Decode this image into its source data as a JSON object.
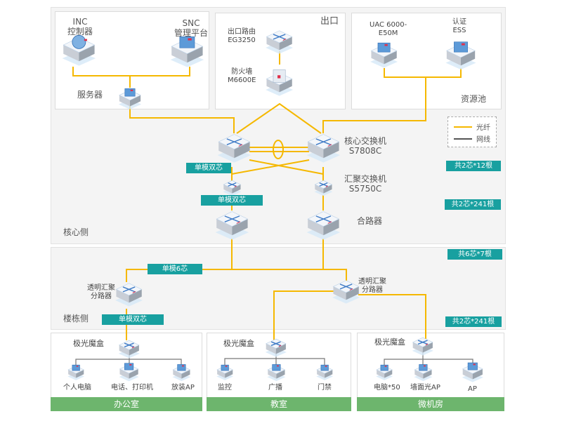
{
  "colors": {
    "fiber": "#f5b800",
    "cable": "#555555",
    "tag_bg": "#18a0a0",
    "room_bg": "#6db56d"
  },
  "top_boxes": {
    "server_zone": {
      "devices": [
        {
          "name": "INC\n控制器",
          "line1": "INC",
          "line2": "控制器"
        },
        {
          "name": "SNC\n管理平台",
          "line1": "SNC",
          "line2": "管理平台"
        }
      ],
      "server_label": "服务器"
    },
    "egress_zone": {
      "title": "出口",
      "router": {
        "line1": "出口路由",
        "line2": "EG3250"
      },
      "firewall": {
        "line1": "防火墙",
        "line2": "M6600E"
      }
    },
    "resource_zone": {
      "title": "资源池",
      "uac": {
        "line1": "UAC 6000-",
        "line2": "E50M"
      },
      "ess": {
        "line1": "认证",
        "line2": "ESS"
      }
    }
  },
  "core": {
    "zone_label": "核心侧",
    "core_switch": {
      "line1": "核心交换机",
      "line2": "S7808C"
    },
    "agg_switch": {
      "line1": "汇聚交换机",
      "line2": "S5750C"
    },
    "combiner": "合路器",
    "tags": {
      "single_dual_1": "单模双芯",
      "single_dual_2": "单模双芯",
      "count_12": "共2芯*12根",
      "count_241": "共2芯*241根"
    },
    "legend": {
      "fiber": "光纤",
      "cable": "网线"
    }
  },
  "building": {
    "zone_label": "楼栋侧",
    "splitter_left": {
      "line1": "透明汇聚",
      "line2": "分路器"
    },
    "splitter_right": {
      "line1": "透明汇聚",
      "line2": "分路器"
    },
    "tags": {
      "single6": "单模6芯",
      "single_dual": "单模双芯",
      "count_7": "共6芯*7根",
      "count_241": "共2芯*241根"
    }
  },
  "rooms": [
    {
      "box": "极光魔盒",
      "devices": [
        "个人电脑",
        "电话、打印机",
        "放装AP"
      ],
      "name": "办公室"
    },
    {
      "box": "极光魔盒",
      "devices": [
        "监控",
        "广播",
        "门禁"
      ],
      "name": "教室"
    },
    {
      "box": "极光魔盒",
      "devices": [
        "电脑*50",
        "墙面光AP",
        "AP"
      ],
      "name": "微机房"
    }
  ]
}
